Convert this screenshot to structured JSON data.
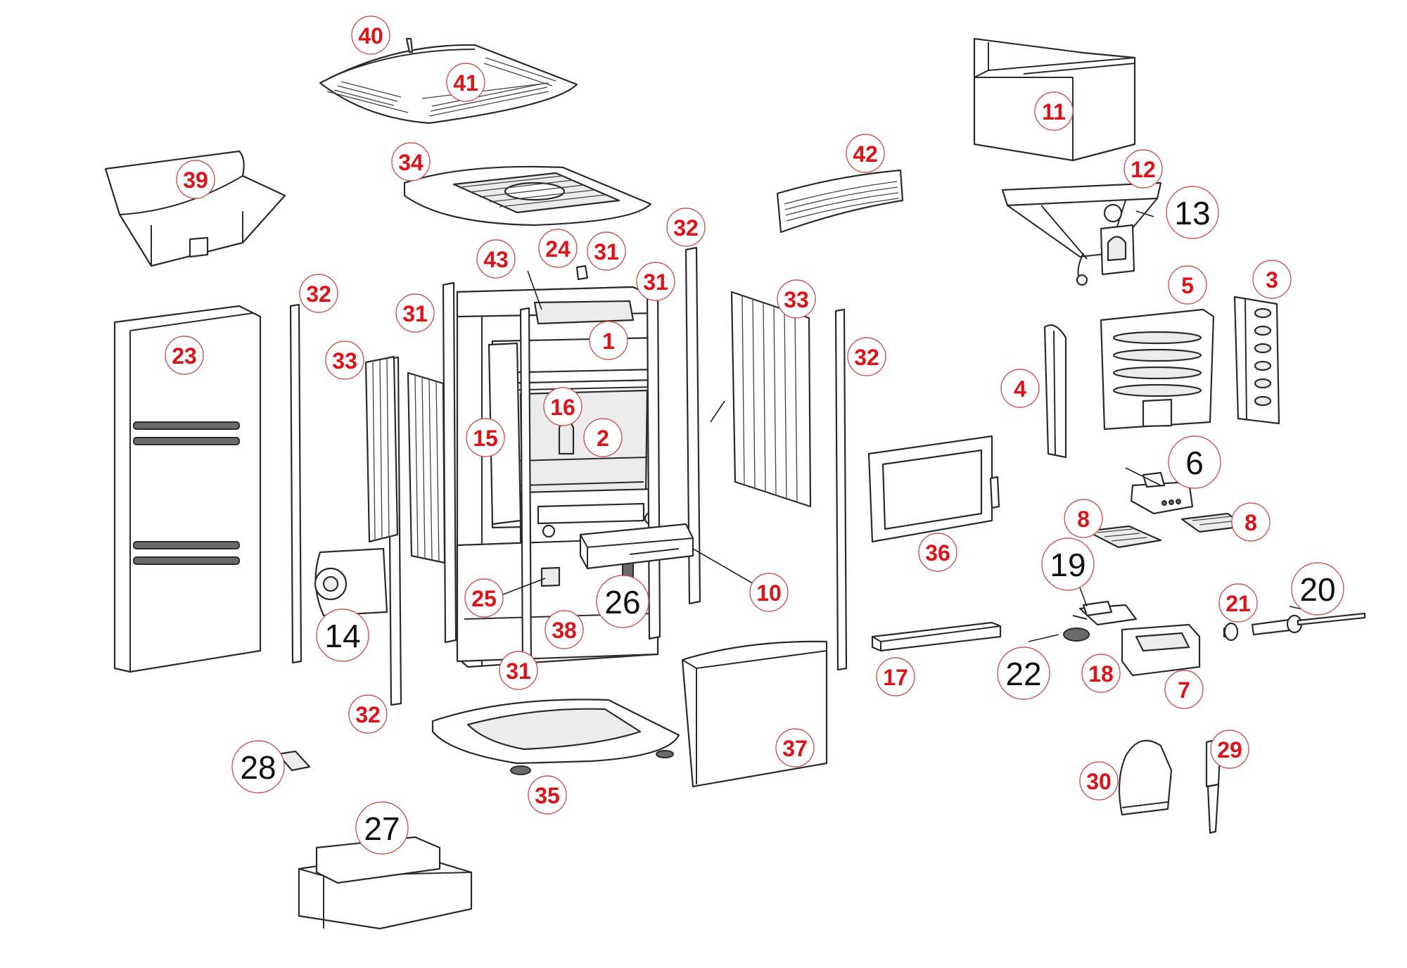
{
  "diagram": {
    "callouts": [
      {
        "label": "40",
        "style": "red"
      },
      {
        "label": "41",
        "style": "red"
      },
      {
        "label": "34",
        "style": "red"
      },
      {
        "label": "39",
        "style": "red"
      },
      {
        "label": "42",
        "style": "red"
      },
      {
        "label": "11",
        "style": "red"
      },
      {
        "label": "12",
        "style": "red"
      },
      {
        "label": "13",
        "style": "black"
      },
      {
        "label": "32",
        "style": "red"
      },
      {
        "label": "43",
        "style": "red"
      },
      {
        "label": "24",
        "style": "red"
      },
      {
        "label": "31",
        "style": "red"
      },
      {
        "label": "31",
        "style": "red"
      },
      {
        "label": "32",
        "style": "red"
      },
      {
        "label": "31",
        "style": "red"
      },
      {
        "label": "33",
        "style": "red"
      },
      {
        "label": "5",
        "style": "red"
      },
      {
        "label": "3",
        "style": "red"
      },
      {
        "label": "23",
        "style": "red"
      },
      {
        "label": "33",
        "style": "red"
      },
      {
        "label": "1",
        "style": "red"
      },
      {
        "label": "32",
        "style": "red"
      },
      {
        "label": "4",
        "style": "red"
      },
      {
        "label": "16",
        "style": "red"
      },
      {
        "label": "15",
        "style": "red"
      },
      {
        "label": "2",
        "style": "red"
      },
      {
        "label": "6",
        "style": "black"
      },
      {
        "label": "8",
        "style": "red"
      },
      {
        "label": "8",
        "style": "red"
      },
      {
        "label": "36",
        "style": "red"
      },
      {
        "label": "19",
        "style": "black"
      },
      {
        "label": "20",
        "style": "black"
      },
      {
        "label": "10",
        "style": "red"
      },
      {
        "label": "25",
        "style": "red"
      },
      {
        "label": "26",
        "style": "black"
      },
      {
        "label": "21",
        "style": "red"
      },
      {
        "label": "14",
        "style": "black"
      },
      {
        "label": "38",
        "style": "red"
      },
      {
        "label": "31",
        "style": "red"
      },
      {
        "label": "17",
        "style": "red"
      },
      {
        "label": "22",
        "style": "black"
      },
      {
        "label": "18",
        "style": "red"
      },
      {
        "label": "7",
        "style": "red"
      },
      {
        "label": "32",
        "style": "red"
      },
      {
        "label": "37",
        "style": "red"
      },
      {
        "label": "29",
        "style": "red"
      },
      {
        "label": "28",
        "style": "black"
      },
      {
        "label": "30",
        "style": "red"
      },
      {
        "label": "35",
        "style": "red"
      },
      {
        "label": "27",
        "style": "black"
      }
    ]
  }
}
